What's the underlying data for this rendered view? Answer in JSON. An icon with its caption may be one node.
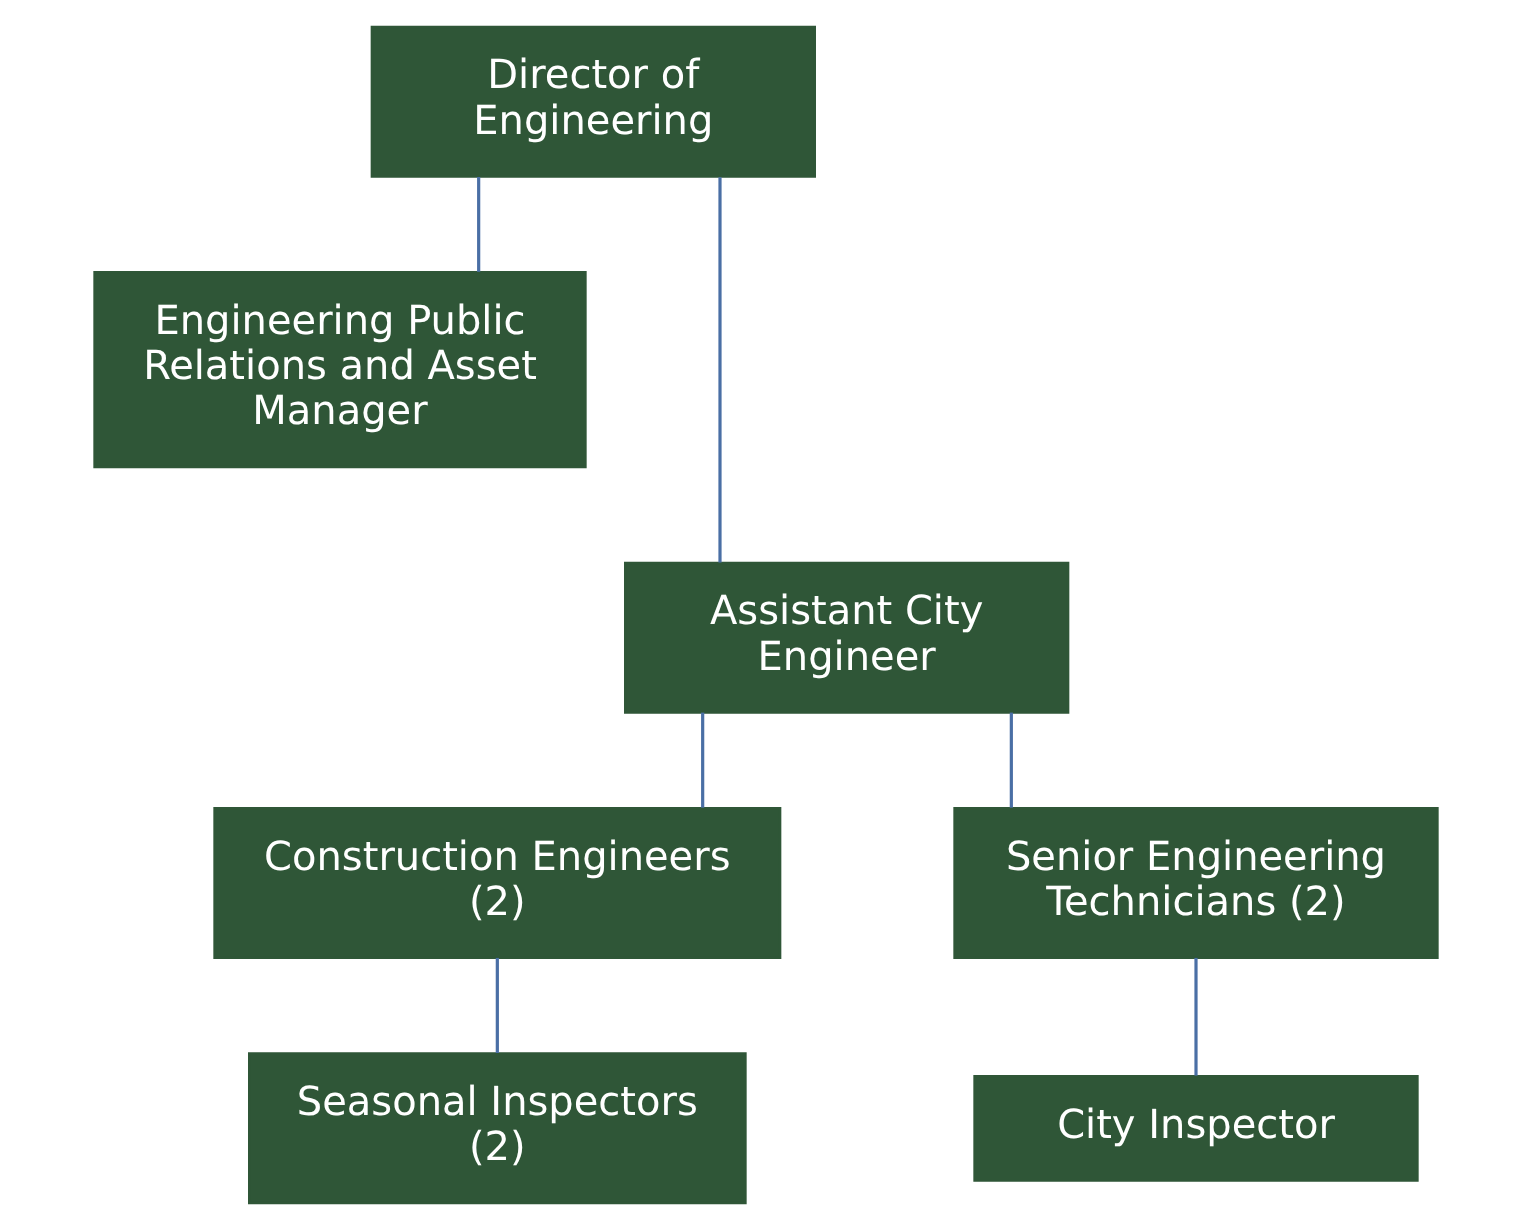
{
  "diagram": {
    "nodes": [
      {
        "text": [
          "Director of Engineering"
        ]
      },
      {
        "text": [
          "Engineering Public Relations and Asset Manager"
        ]
      },
      {
        "text": [
          "Assistant City Engineer"
        ]
      },
      {
        "text": [
          "Construction Engineers (2)"
        ]
      },
      {
        "text": [
          "Senior Engineering Technicians (2)"
        ]
      },
      {
        "text": [
          "Seasonal Inspectors (2)"
        ]
      },
      {
        "text": [
          "City Inspector"
        ]
      }
    ],
    "edges": [
      {
        "from": 0,
        "to": 1,
        "arrow": "none"
      },
      {
        "from": 0,
        "to": 2,
        "arrow": "none"
      },
      {
        "from": 2,
        "to": 3,
        "arrow": "none"
      },
      {
        "from": 2,
        "to": 4,
        "arrow": "none"
      },
      {
        "from": 3,
        "to": 5,
        "arrow": "none"
      },
      {
        "from": 4,
        "to": 6,
        "arrow": "none"
      }
    ]
  }
}
